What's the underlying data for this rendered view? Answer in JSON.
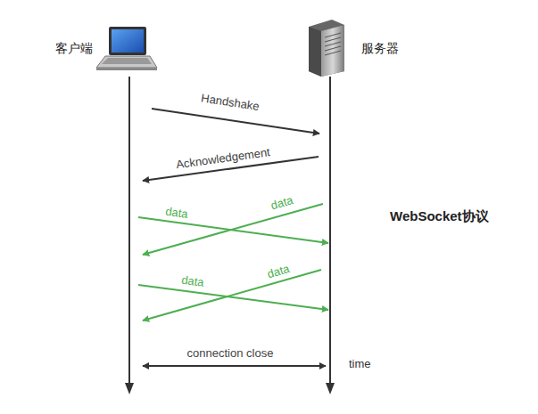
{
  "diagram": {
    "title": "WebSocket协议",
    "nodes": [
      {
        "text": [
          "客户端"
        ]
      },
      {
        "text": [
          "服务器"
        ]
      }
    ],
    "edges": [
      {
        "from": 0,
        "to": 1,
        "arrow": "to",
        "label": "Handshake"
      },
      {
        "from": 1,
        "to": 0,
        "arrow": "to",
        "label": "Acknowledgement"
      },
      {
        "from": 0,
        "to": 1,
        "arrow": "to",
        "label": "data"
      },
      {
        "from": 1,
        "to": 0,
        "arrow": "to",
        "label": "data"
      },
      {
        "from": 0,
        "to": 1,
        "arrow": "to",
        "label": "data"
      },
      {
        "from": 1,
        "to": 0,
        "arrow": "to",
        "label": "data"
      },
      {
        "from": 0,
        "to": 1,
        "arrow": "both",
        "label": "connection close"
      }
    ],
    "labels": [
      "time"
    ]
  }
}
